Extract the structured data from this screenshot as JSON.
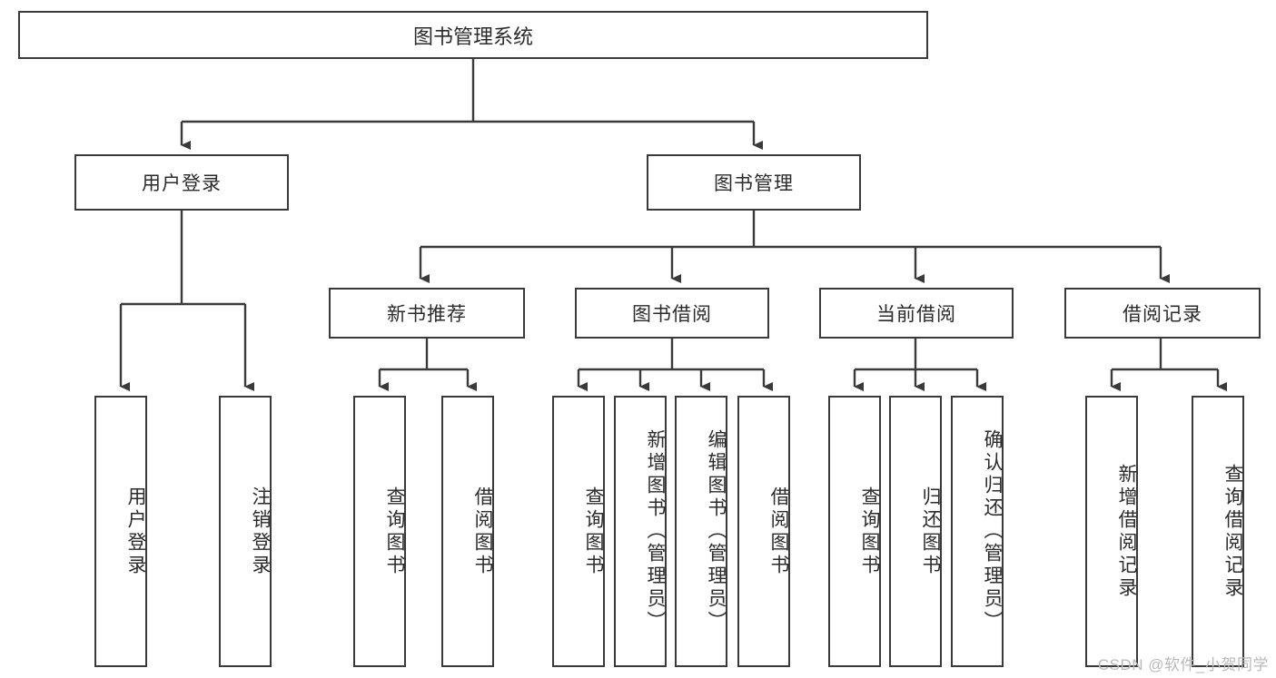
{
  "diagram": {
    "title": "图书管理系统",
    "watermark": "CSDN @软件_小贺同学",
    "colors": {
      "box_border": "#3a3a3a",
      "line": "#3a3a3a",
      "text": "#2b2b2b",
      "background": "#ffffff",
      "watermark": "#b9b9b9"
    },
    "root": {
      "label": "图书管理系统"
    },
    "level2": [
      {
        "label": "用户登录"
      },
      {
        "label": "图书管理"
      }
    ],
    "level3": [
      {
        "label": "新书推荐"
      },
      {
        "label": "图书借阅"
      },
      {
        "label": "当前借阅"
      },
      {
        "label": "借阅记录"
      }
    ],
    "leaves": {
      "user_login": [
        {
          "label": "用户登录"
        },
        {
          "label": "注销登录"
        }
      ],
      "new_book": [
        {
          "label": "查询图书"
        },
        {
          "label": "借阅图书"
        }
      ],
      "book_borrow": [
        {
          "label": "查询图书"
        },
        {
          "label": "新增图书（管理员）"
        },
        {
          "label": "编辑图书（管理员）"
        },
        {
          "label": "借阅图书"
        }
      ],
      "current_borrow": [
        {
          "label": "查询图书"
        },
        {
          "label": "归还图书"
        },
        {
          "label": "确认归还（管理员）"
        }
      ],
      "borrow_record": [
        {
          "label": "新增借阅记录"
        },
        {
          "label": "查询借阅记录"
        }
      ]
    }
  }
}
